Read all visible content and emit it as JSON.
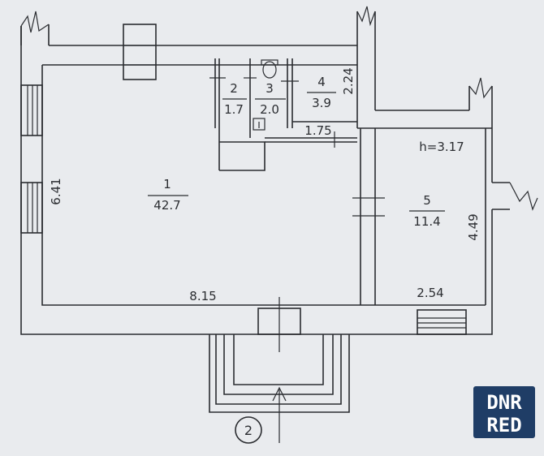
{
  "plan": {
    "height_label": "h=3.17",
    "rooms": [
      {
        "number": "1",
        "area": "42.7"
      },
      {
        "number": "2",
        "area": "1.7"
      },
      {
        "number": "3",
        "area": "2.0"
      },
      {
        "number": "4",
        "area": "3.9"
      },
      {
        "number": "5",
        "area": "11.4"
      }
    ],
    "dimensions": {
      "left": "6.41",
      "bottom_main": "8.15",
      "bottom_right": "2.54",
      "room5_right": "4.49",
      "room4_right": "2.24",
      "corridor": "1.75"
    },
    "entrance_number": "2"
  },
  "watermark": {
    "line1": "DNR",
    "line2": "RED"
  }
}
